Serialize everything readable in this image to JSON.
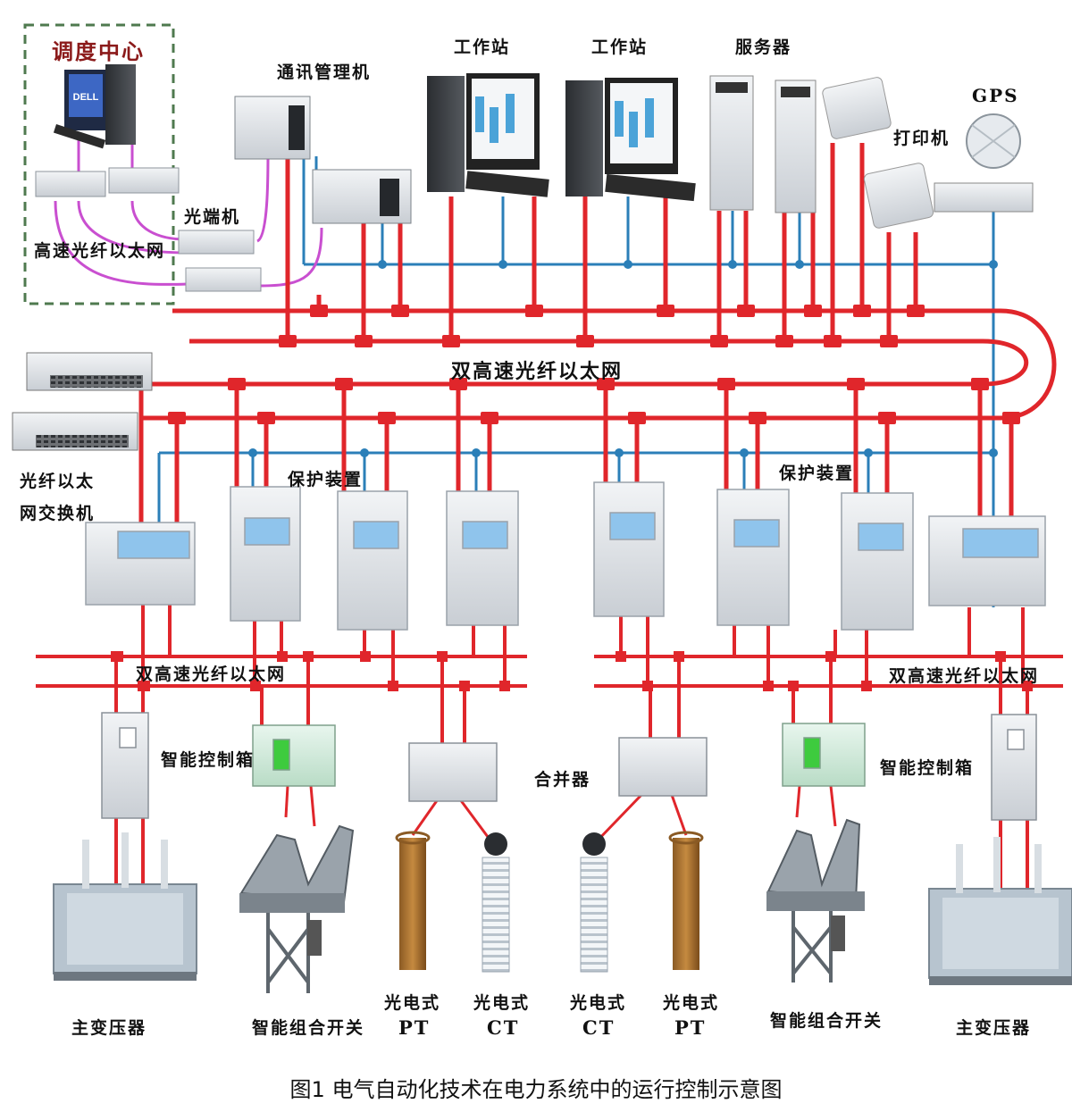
{
  "labels": {
    "dispatch_center": "调度中心",
    "comm_manager": "通讯管理机",
    "workstation_1": "工作站",
    "workstation_2": "工作站",
    "server": "服务器",
    "printer": "打印机",
    "gps": "GPS",
    "optical_terminal": "光端机",
    "hs_fiber_ethernet": "高速光纤以太网",
    "dual_hs_fiber_ethernet_main": "双高速光纤以太网",
    "fiber_switch_line1": "光纤以太",
    "fiber_switch_line2": "网交换机",
    "protection_device_left": "保护装置",
    "protection_device_right": "保护装置",
    "dual_hs_fiber_ethernet_left": "双高速光纤以太网",
    "dual_hs_fiber_ethernet_right": "双高速光纤以太网",
    "smart_control_box_left": "智能控制箱",
    "smart_control_box_right": "智能控制箱",
    "merging_unit": "合并器",
    "main_transformer_left": "主变压器",
    "smart_switch_left": "智能组合开关",
    "optical_pt_left_line1": "光电式",
    "optical_pt_left_line2": "PT",
    "optical_ct_left_line1": "光电式",
    "optical_ct_left_line2": "CT",
    "optical_ct_right_line1": "光电式",
    "optical_ct_right_line2": "CT",
    "optical_pt_right_line1": "光电式",
    "optical_pt_right_line2": "PT",
    "smart_switch_right": "智能组合开关",
    "main_transformer_right": "主变压器",
    "dell_logo": "DELL"
  },
  "caption": "图1  电气自动化技术在电力系统中的运行控制示意图",
  "colors": {
    "fiber_red": "#e0262b",
    "ethernet_blue": "#2b7fb8",
    "optical_purple": "#c94fd0",
    "dashed_green": "#4f7a4f",
    "device_gray": "#d8dde2",
    "screen_blue": "#8fc4ec"
  }
}
